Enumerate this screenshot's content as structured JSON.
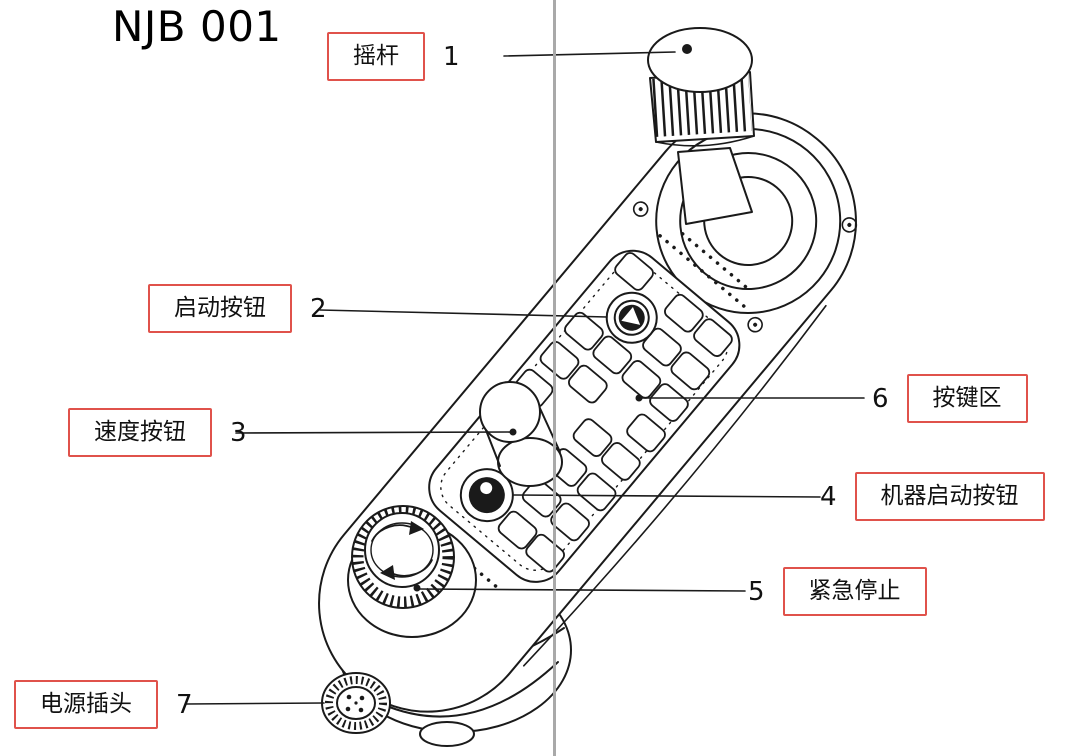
{
  "title": "NJB 001",
  "colors": {
    "ink": "#1a1a1a",
    "accent-red": "#e0524b",
    "divider": "#a9a9a9"
  },
  "callouts": [
    {
      "id": "joystick",
      "number": "1",
      "label": "摇杆"
    },
    {
      "id": "start-button",
      "number": "2",
      "label": "启动按钮"
    },
    {
      "id": "speed-button",
      "number": "3",
      "label": "速度按钮"
    },
    {
      "id": "machine-start-button",
      "number": "4",
      "label": "机器启动按钮"
    },
    {
      "id": "emergency-stop",
      "number": "5",
      "label": "紧急停止"
    },
    {
      "id": "keypad-area",
      "number": "6",
      "label": "按键区"
    },
    {
      "id": "power-plug",
      "number": "7",
      "label": "电源插头"
    }
  ]
}
